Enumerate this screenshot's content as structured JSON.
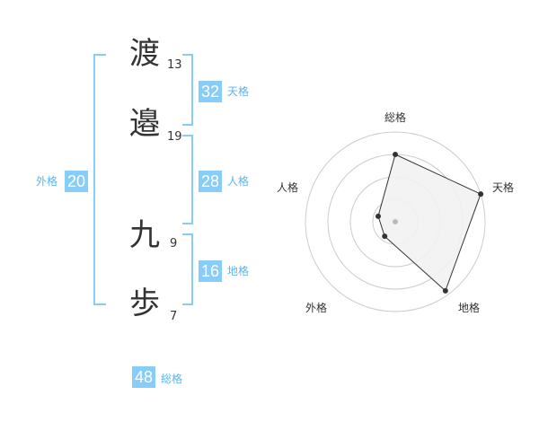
{
  "name": [
    {
      "char": "渡",
      "strokes": "13"
    },
    {
      "char": "邉",
      "strokes": "19"
    },
    {
      "char": "九",
      "strokes": "9"
    },
    {
      "char": "歩",
      "strokes": "7"
    }
  ],
  "kakusu": {
    "ten": {
      "value": "32",
      "label": "天格"
    },
    "jin": {
      "value": "28",
      "label": "人格"
    },
    "chi": {
      "value": "16",
      "label": "地格"
    },
    "gai": {
      "value": "20",
      "label": "外格"
    },
    "sou": {
      "value": "48",
      "label": "総格"
    }
  },
  "colors": {
    "accent": "#87cdf7",
    "accent_text": "#59b6f0",
    "ring": "#cccccc",
    "fill": "#f2f2f2",
    "line": "#333333"
  },
  "chart_data": {
    "type": "radar",
    "axes": [
      "総格",
      "天格",
      "地格",
      "外格",
      "人格"
    ],
    "values": [
      0.75,
      1.0,
      0.95,
      0.2,
      0.2
    ],
    "rings": 4
  }
}
